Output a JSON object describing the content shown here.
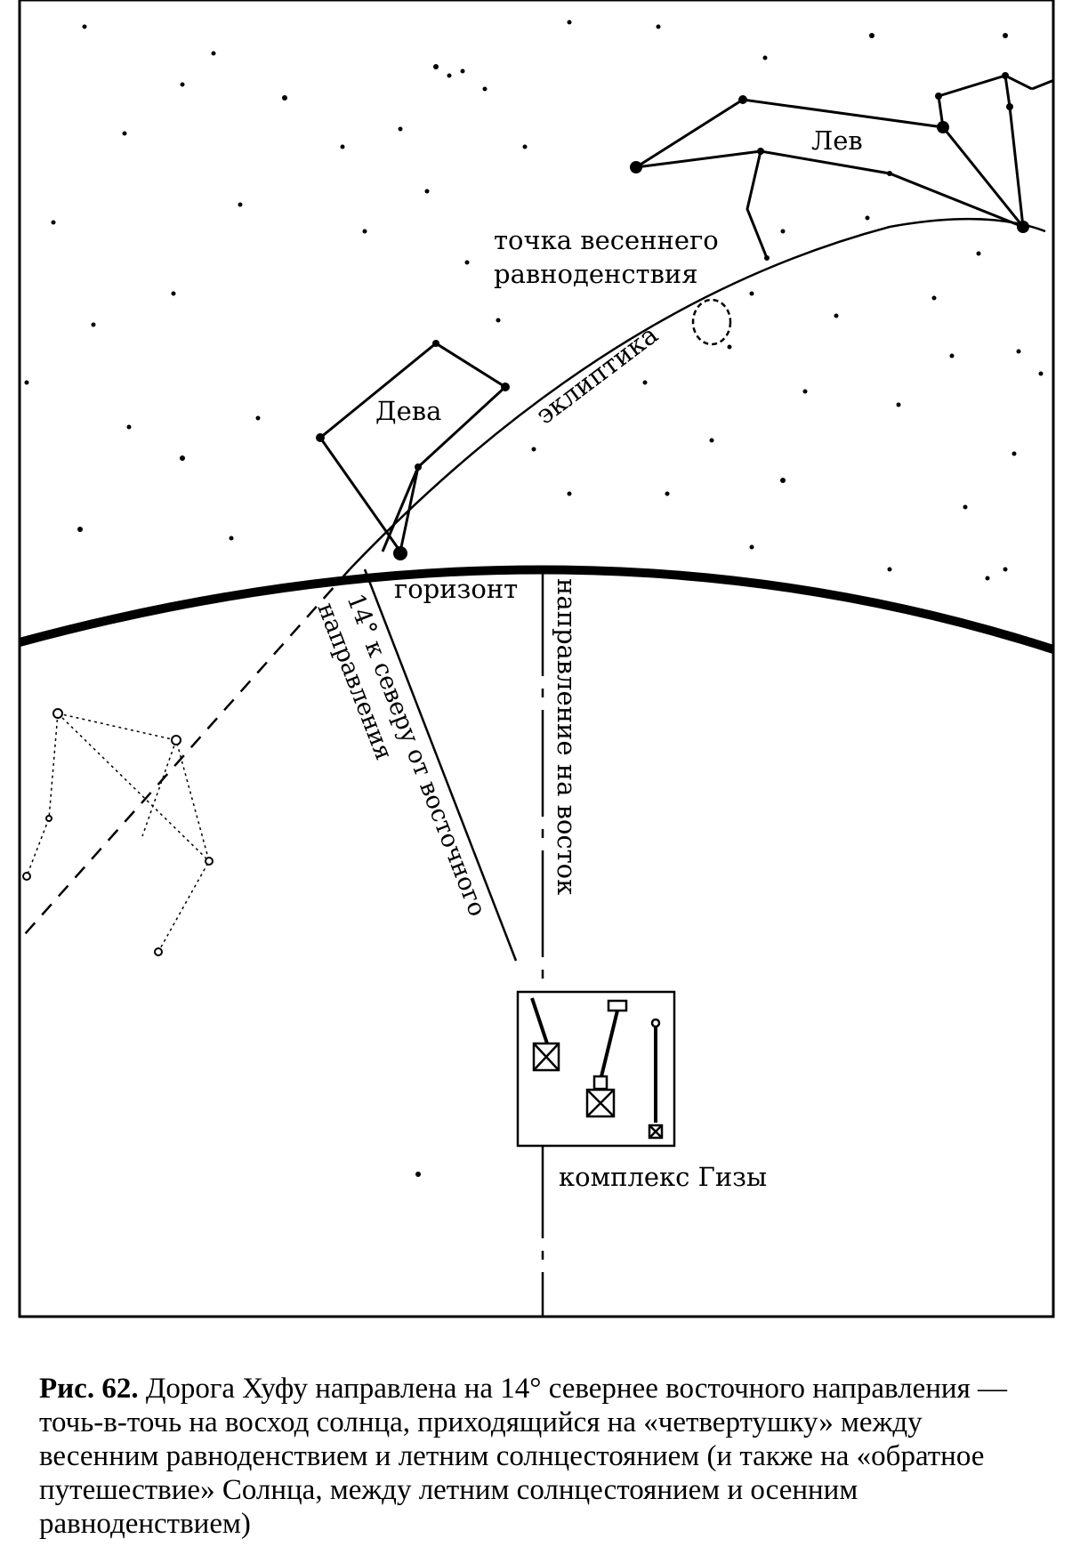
{
  "labels": {
    "leo": "Лев",
    "vernal_equinox_line1": "точка весеннего",
    "vernal_equinox_line2": "равноденствия",
    "ecliptic": "эклиптика",
    "virgo": "Дева",
    "horizon": "горизонт",
    "north_offset_line1": "14° к северу от восточного",
    "north_offset_line2": "направления",
    "east_direction": "направление на восток",
    "giza_complex": "комплекс Гизы"
  },
  "caption": {
    "figure_number": "Рис. 62.",
    "text": " Дорога Хуфу направлена на 14° севернее восточного направления — точь-в-точь на восход солнца, приходящийся на «четвертушку» между весенним равноденствием и летним солнцестоянием (и также на «обратное путешествие» Солнца, между летним солнцестоянием и осенним равноденствием)"
  },
  "colors": {
    "ink": "#000000",
    "paper": "#ffffff"
  }
}
